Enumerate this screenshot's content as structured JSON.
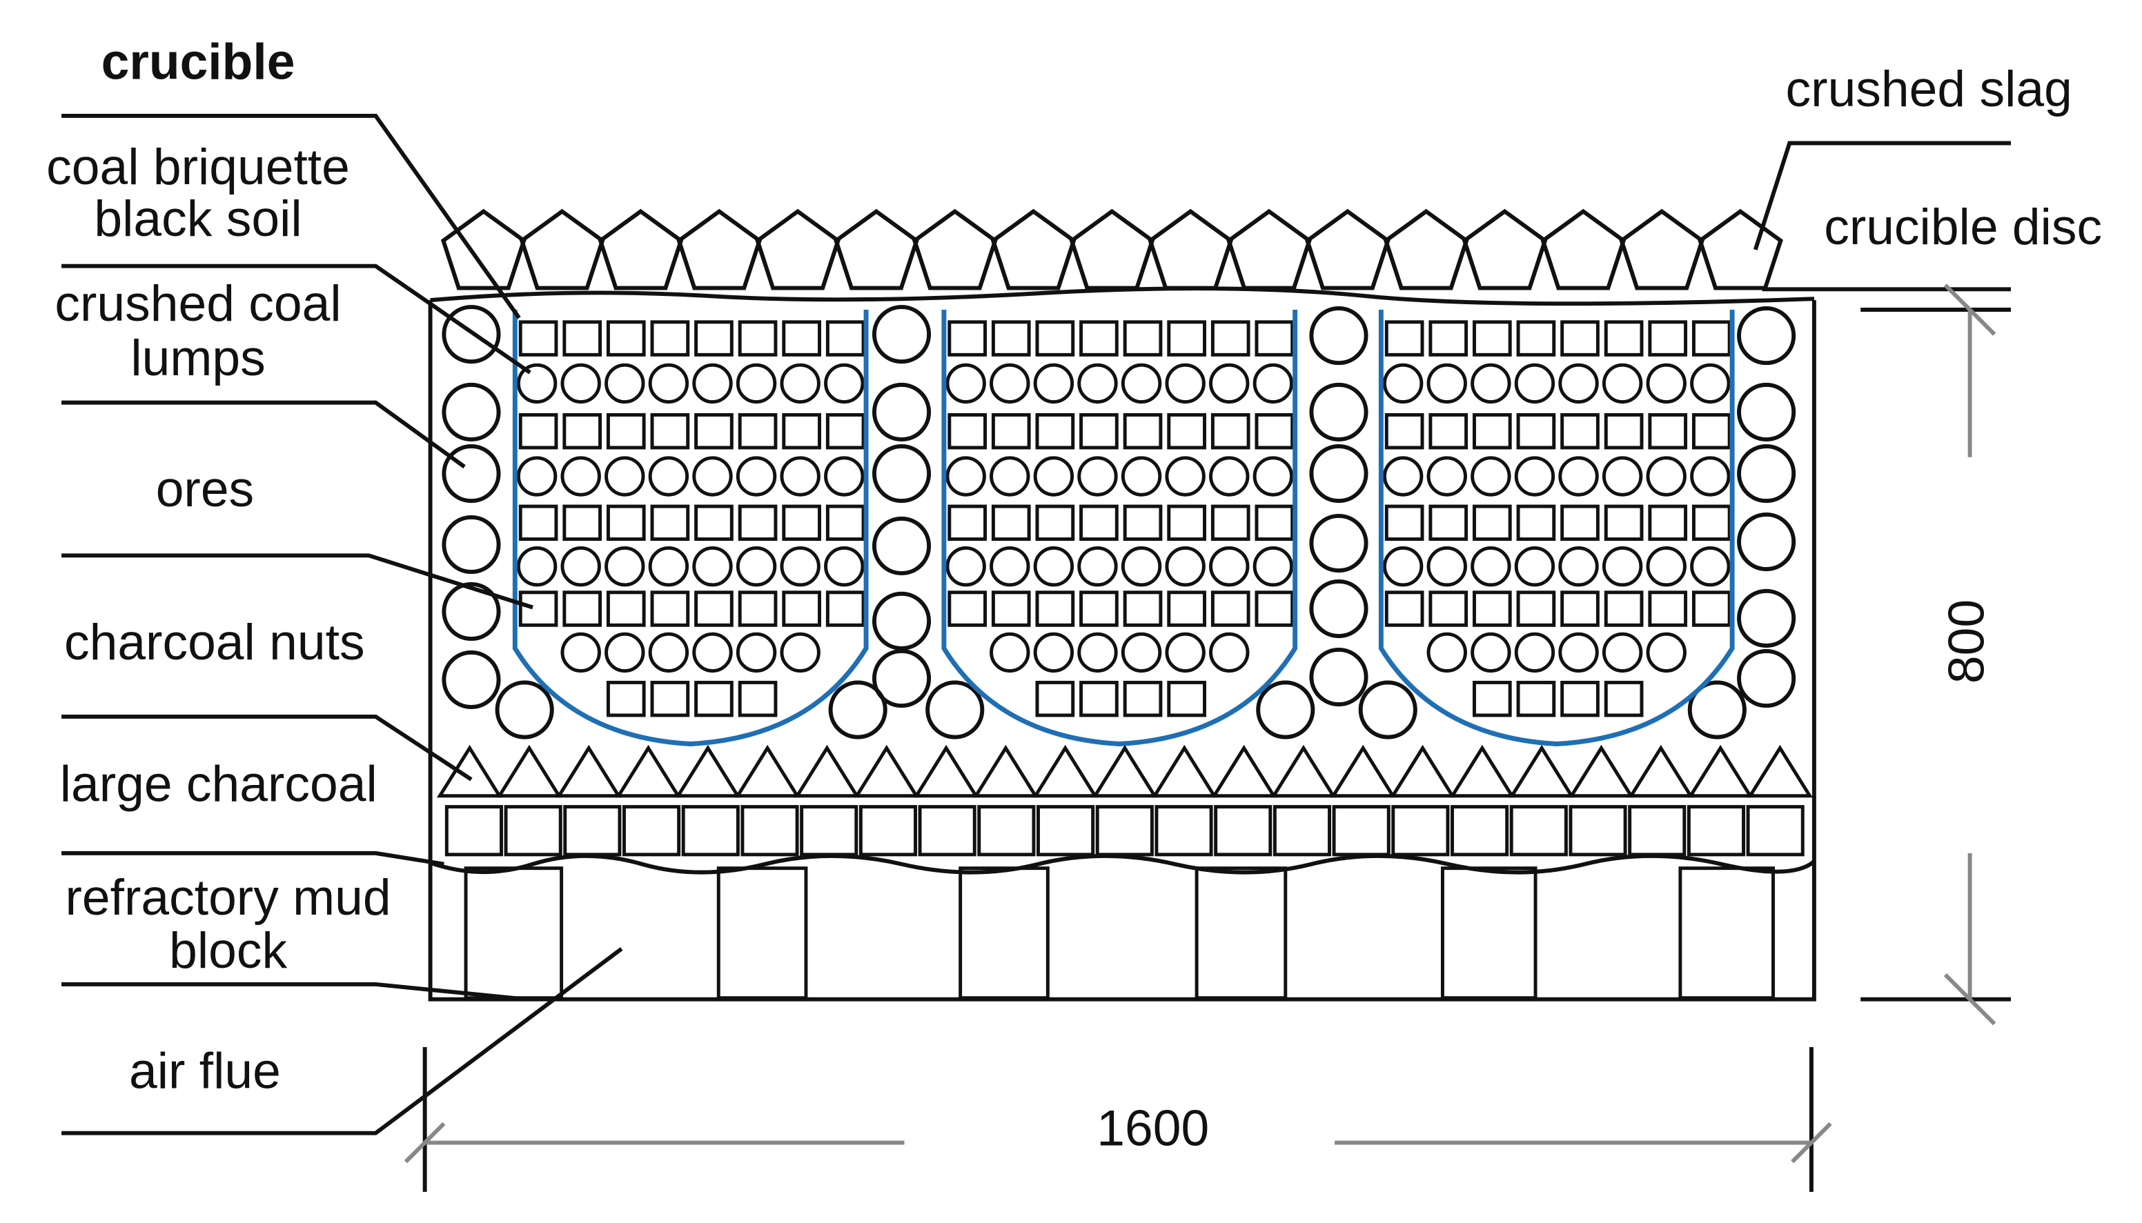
{
  "labels": {
    "crucible": "crucible",
    "coal_briquette": "coal briquette",
    "black_soil": "black soil",
    "crushed_coal": "crushed coal",
    "lumps": "lumps",
    "ores": "ores",
    "charcoal_nuts": "charcoal nuts",
    "large_charcoal": "large charcoal",
    "refractory_mud": "refractory mud",
    "block": "block",
    "air_flue": "air flue",
    "crushed_slag": "crushed slag",
    "crucible_disc": "crucible disc"
  },
  "dimensions": {
    "width": "1600",
    "height": "800"
  },
  "colors": {
    "crucible_outline": "#1f6fb4",
    "crucible_label": "#1b9ad6",
    "line": "#111111",
    "dimension": "#888888"
  }
}
